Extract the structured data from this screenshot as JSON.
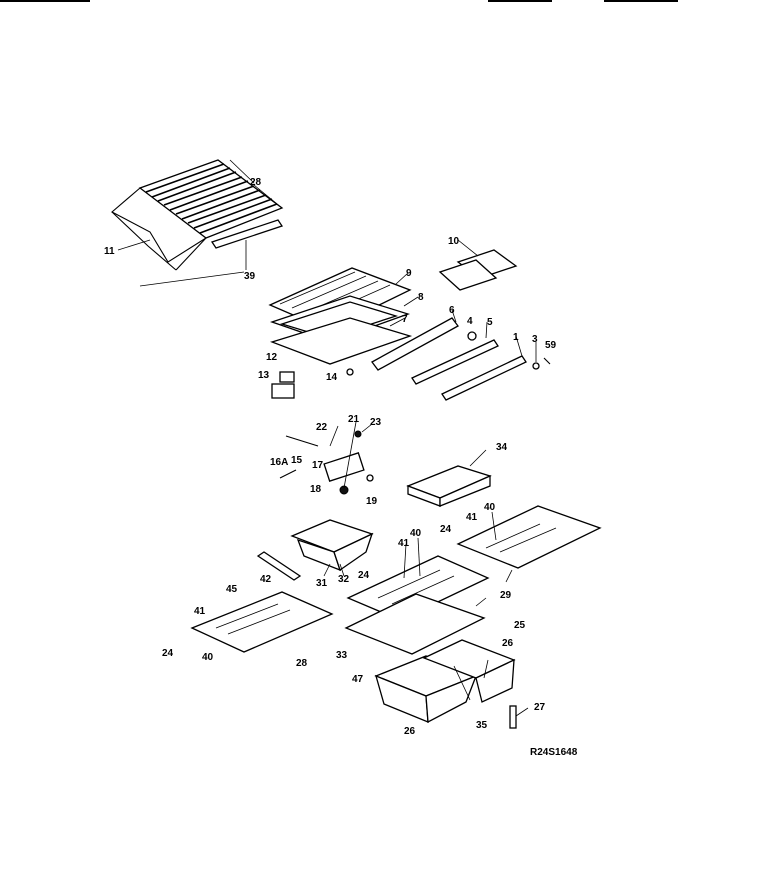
{
  "diagram_code": "R24S1648",
  "labels": {
    "l11": "11",
    "l28a": "28",
    "l39": "39",
    "l10": "10",
    "l9": "9",
    "l8": "8",
    "l7": "7",
    "l6": "6",
    "l4": "4",
    "l5": "5",
    "l1": "1",
    "l3": "3",
    "l59": "59",
    "l12": "12",
    "l13": "13",
    "l14": "14",
    "l22": "22",
    "l21": "21",
    "l23": "23",
    "l16a": "16A",
    "l15": "15",
    "l17": "17",
    "l18": "18",
    "l19": "19",
    "l34": "34",
    "l40a": "40",
    "l41a": "41",
    "l24a": "24",
    "l40b": "40",
    "l41b": "41",
    "l24b": "24",
    "l29": "29",
    "l31": "31",
    "l32": "32",
    "l42": "42",
    "l45": "45",
    "l41c": "41",
    "l24c": "24",
    "l40c": "40",
    "l28b": "28",
    "l25": "25",
    "l33": "33",
    "l47": "47",
    "l26a": "26",
    "l26b": "26",
    "l35": "35",
    "l27": "27"
  }
}
